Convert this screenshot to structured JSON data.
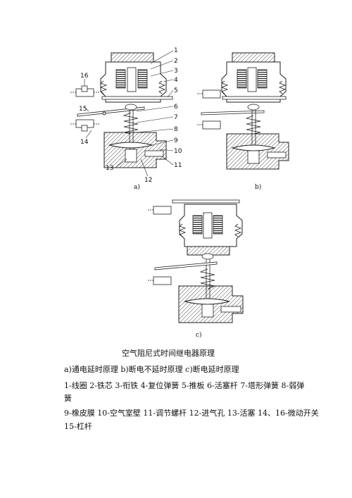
{
  "figure": {
    "numbers": [
      "1",
      "2",
      "3",
      "4",
      "5",
      "6",
      "7",
      "8",
      "9",
      "10",
      "11",
      "12",
      "13",
      "14",
      "15",
      "16"
    ],
    "sublabels": {
      "a": "a)",
      "b": "b)",
      "c": "c)"
    }
  },
  "caption": {
    "title": "空气阻尼式时间继电器原理",
    "modes": "a)通电延时原理  b)断电不延时原理  c)断电延时原理",
    "legend_line1": "1-线圈  2-铁芯  3-衔铁  4-复位弹簧  5-推板  6-活塞杆  7-塔形弹簧  8-弱弹",
    "legend_line2": "簧",
    "legend_line3": "9-橡皮膜  10-空气室壁  11-调节螺杆  12-进气孔  13-活塞  14、16-微动开关",
    "legend_line4": "15-杠杆"
  }
}
